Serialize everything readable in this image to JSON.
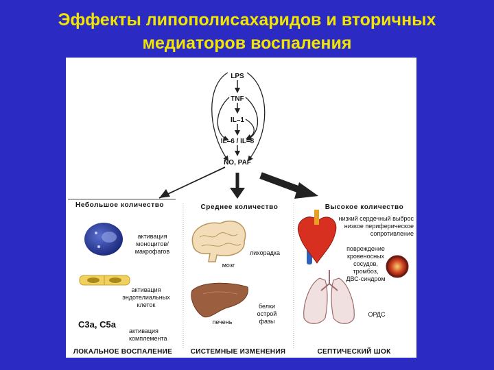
{
  "title": {
    "line1": "Эффекты липополисахаридов и вторичных",
    "line2": "медиаторов воспаления"
  },
  "cascade": {
    "lps": "LPS",
    "tnf": "TNF",
    "il1": "IL–1",
    "il6_il8": "IL–6 / IL–8",
    "no_paf": "NO, PAF"
  },
  "columns": {
    "small": "Небольшое количество",
    "medium": "Среднее количество",
    "high": "Высокое количество"
  },
  "local": {
    "monocytes": [
      "активация",
      "моноцитов/",
      "макрофагов"
    ],
    "endothelial": [
      "активация",
      "эндотелиальных",
      "клеток"
    ],
    "complement_factors": "C3a, C5a",
    "complement": [
      "активация",
      "комплемента"
    ]
  },
  "systemic": {
    "fever": "лихорадка",
    "brain": "мозг",
    "liver": "печень",
    "acute_phase": [
      "белки",
      "острой",
      "фазы"
    ]
  },
  "septic": {
    "cardiac": [
      "низкий сердечный выброс",
      "низкое периферическое",
      "сопротивление"
    ],
    "vessel": [
      "повреждение",
      "кровеносных",
      "сосудов,",
      "тромбоз,",
      "ДВС-синдром"
    ],
    "ards": "ОРДС"
  },
  "footer": {
    "local": "ЛОКАЛЬНОЕ ВОСПАЛЕНИЕ",
    "systemic": "СИСТЕМНЫЕ ИЗМЕНЕНИЯ",
    "septic": "СЕПТИЧЕСКИЙ ШОК"
  },
  "colors": {
    "title": "#f2e600",
    "background": "#2b2bc4"
  }
}
